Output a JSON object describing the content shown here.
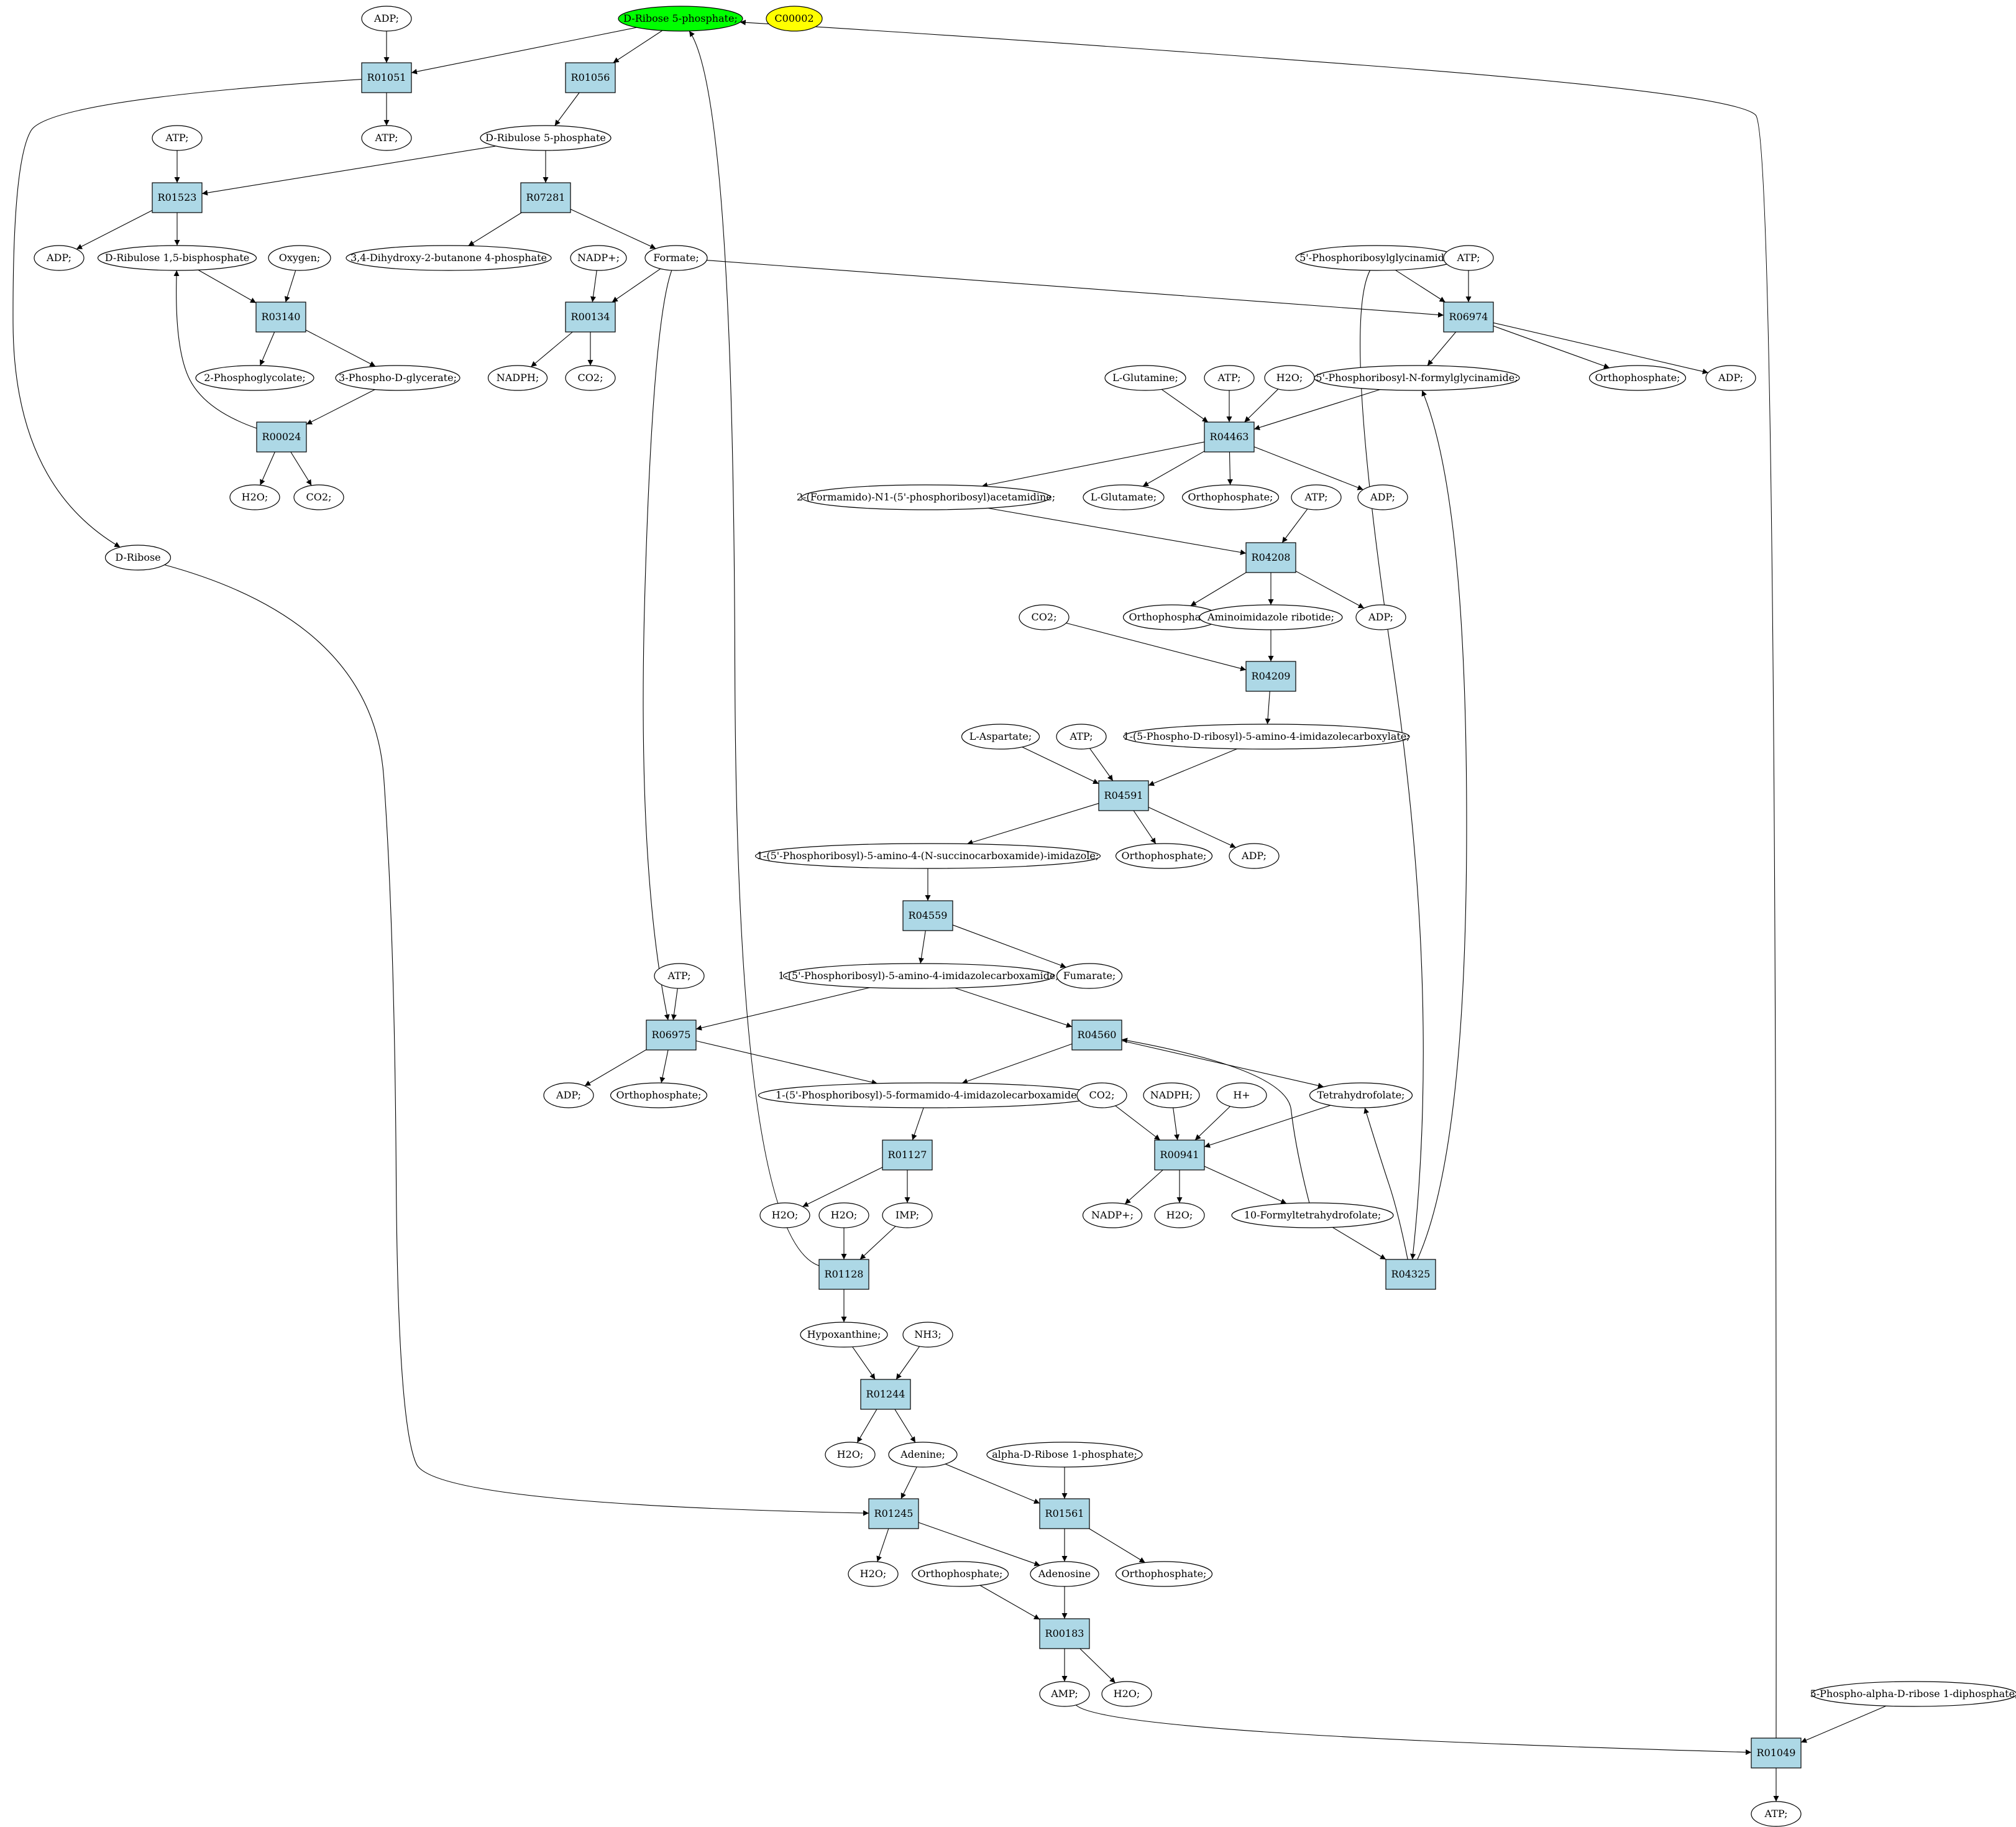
{
  "colors": {
    "reaction_fill": "#add8e6",
    "target_fill": "#00ff00",
    "legend_fill": "#ffff00",
    "compound_fill": "#ffffff",
    "stroke": "#000000"
  },
  "nodes": {
    "drib5p_top": {
      "label": "D-Ribose 5-phosphate;",
      "kind": "target",
      "shape": "ellipse"
    },
    "legend": {
      "label": "C00002",
      "kind": "legend",
      "shape": "ellipse"
    },
    "adp_1": {
      "label": "ADP;",
      "kind": "compound",
      "shape": "ellipse"
    },
    "r01051": {
      "label": "R01051",
      "kind": "reaction",
      "shape": "box"
    },
    "r01056": {
      "label": "R01056",
      "kind": "reaction",
      "shape": "box"
    },
    "atp_1": {
      "label": "ATP;",
      "kind": "compound",
      "shape": "ellipse"
    },
    "dru5p": {
      "label": "D-Ribulose 5-phosphate",
      "kind": "compound",
      "shape": "ellipse"
    },
    "atp_2": {
      "label": "ATP;",
      "kind": "compound",
      "shape": "ellipse"
    },
    "r01523": {
      "label": "R01523",
      "kind": "reaction",
      "shape": "box"
    },
    "r07281": {
      "label": "R07281",
      "kind": "reaction",
      "shape": "box"
    },
    "adp_2": {
      "label": "ADP;",
      "kind": "compound",
      "shape": "ellipse"
    },
    "drubp": {
      "label": "D-Ribulose 1,5-bisphosphate",
      "kind": "compound",
      "shape": "ellipse"
    },
    "oxygen": {
      "label": "Oxygen;",
      "kind": "compound",
      "shape": "ellipse"
    },
    "dhbp": {
      "label": "3,4-Dihydroxy-2-butanone 4-phosphate",
      "kind": "compound",
      "shape": "ellipse"
    },
    "nadp_1": {
      "label": "NADP+;",
      "kind": "compound",
      "shape": "ellipse"
    },
    "formate": {
      "label": "Formate;",
      "kind": "compound",
      "shape": "ellipse"
    },
    "prgly": {
      "label": "5'-Phosphoribosylglycinamide;",
      "kind": "compound",
      "shape": "ellipse"
    },
    "atp_3": {
      "label": "ATP;",
      "kind": "compound",
      "shape": "ellipse"
    },
    "r03140": {
      "label": "R03140",
      "kind": "reaction",
      "shape": "box"
    },
    "r00134": {
      "label": "R00134",
      "kind": "reaction",
      "shape": "box"
    },
    "r06974": {
      "label": "R06974",
      "kind": "reaction",
      "shape": "box"
    },
    "pglyc": {
      "label": "2-Phosphoglycolate;",
      "kind": "compound",
      "shape": "ellipse"
    },
    "3pg": {
      "label": "3-Phospho-D-glycerate;",
      "kind": "compound",
      "shape": "ellipse"
    },
    "nadph_1": {
      "label": "NADPH;",
      "kind": "compound",
      "shape": "ellipse"
    },
    "co2_1": {
      "label": "CO2;",
      "kind": "compound",
      "shape": "ellipse"
    },
    "lgln": {
      "label": "L-Glutamine;",
      "kind": "compound",
      "shape": "ellipse"
    },
    "atp_4": {
      "label": "ATP;",
      "kind": "compound",
      "shape": "ellipse"
    },
    "h2o_1": {
      "label": "H2O;",
      "kind": "compound",
      "shape": "ellipse"
    },
    "fgar": {
      "label": "5'-Phosphoribosyl-N-formylglycinamide;",
      "kind": "compound",
      "shape": "ellipse"
    },
    "ortho_1": {
      "label": "Orthophosphate;",
      "kind": "compound",
      "shape": "ellipse"
    },
    "adp_3": {
      "label": "ADP;",
      "kind": "compound",
      "shape": "ellipse"
    },
    "r00024": {
      "label": "R00024",
      "kind": "reaction",
      "shape": "box"
    },
    "r04463": {
      "label": "R04463",
      "kind": "reaction",
      "shape": "box"
    },
    "h2o_2": {
      "label": "H2O;",
      "kind": "compound",
      "shape": "ellipse"
    },
    "co2_2": {
      "label": "CO2;",
      "kind": "compound",
      "shape": "ellipse"
    },
    "fgam": {
      "label": "2-(Formamido)-N1-(5'-phosphoribosyl)acetamidine;",
      "kind": "compound",
      "shape": "ellipse"
    },
    "lglu": {
      "label": "L-Glutamate;",
      "kind": "compound",
      "shape": "ellipse"
    },
    "ortho_2": {
      "label": "Orthophosphate;",
      "kind": "compound",
      "shape": "ellipse"
    },
    "atp_5": {
      "label": "ATP;",
      "kind": "compound",
      "shape": "ellipse"
    },
    "adp_4": {
      "label": "ADP;",
      "kind": "compound",
      "shape": "ellipse"
    },
    "dribose": {
      "label": "D-Ribose",
      "kind": "compound",
      "shape": "ellipse"
    },
    "r04208": {
      "label": "R04208",
      "kind": "reaction",
      "shape": "box"
    },
    "co2_3": {
      "label": "CO2;",
      "kind": "compound",
      "shape": "ellipse"
    },
    "ortho_3": {
      "label": "Orthophosphate;",
      "kind": "compound",
      "shape": "ellipse"
    },
    "air": {
      "label": "Aminoimidazole ribotide;",
      "kind": "compound",
      "shape": "ellipse"
    },
    "adp_5": {
      "label": "ADP;",
      "kind": "compound",
      "shape": "ellipse"
    },
    "r04209": {
      "label": "R04209",
      "kind": "reaction",
      "shape": "box"
    },
    "lasp": {
      "label": "L-Aspartate;",
      "kind": "compound",
      "shape": "ellipse"
    },
    "atp_6": {
      "label": "ATP;",
      "kind": "compound",
      "shape": "ellipse"
    },
    "cair": {
      "label": "1-(5-Phospho-D-ribosyl)-5-amino-4-imidazolecarboxylate;",
      "kind": "compound",
      "shape": "ellipse"
    },
    "r04591": {
      "label": "R04591",
      "kind": "reaction",
      "shape": "box"
    },
    "saicar": {
      "label": "1-(5'-Phosphoribosyl)-5-amino-4-(N-succinocarboxamide)-imidazole;",
      "kind": "compound",
      "shape": "ellipse"
    },
    "ortho_4": {
      "label": "Orthophosphate;",
      "kind": "compound",
      "shape": "ellipse"
    },
    "adp_6": {
      "label": "ADP;",
      "kind": "compound",
      "shape": "ellipse"
    },
    "r04559": {
      "label": "R04559",
      "kind": "reaction",
      "shape": "box"
    },
    "atp_7": {
      "label": "ATP;",
      "kind": "compound",
      "shape": "ellipse"
    },
    "aicar": {
      "label": "1-(5'-Phosphoribosyl)-5-amino-4-imidazolecarboxamide;",
      "kind": "compound",
      "shape": "ellipse"
    },
    "fumarate": {
      "label": "Fumarate;",
      "kind": "compound",
      "shape": "ellipse"
    },
    "r06975": {
      "label": "R06975",
      "kind": "reaction",
      "shape": "box"
    },
    "r04560": {
      "label": "R04560",
      "kind": "reaction",
      "shape": "box"
    },
    "adp_7": {
      "label": "ADP;",
      "kind": "compound",
      "shape": "ellipse"
    },
    "ortho_5": {
      "label": "Orthophosphate;",
      "kind": "compound",
      "shape": "ellipse"
    },
    "faicar": {
      "label": "1-(5'-Phosphoribosyl)-5-formamido-4-imidazolecarboxamide;",
      "kind": "compound",
      "shape": "ellipse"
    },
    "co2_4": {
      "label": "CO2;",
      "kind": "compound",
      "shape": "ellipse"
    },
    "nadph_2": {
      "label": "NADPH;",
      "kind": "compound",
      "shape": "ellipse"
    },
    "hplus": {
      "label": "H+",
      "kind": "compound",
      "shape": "ellipse"
    },
    "thf": {
      "label": "Tetrahydrofolate;",
      "kind": "compound",
      "shape": "ellipse"
    },
    "r01127": {
      "label": "R01127",
      "kind": "reaction",
      "shape": "box"
    },
    "r00941": {
      "label": "R00941",
      "kind": "reaction",
      "shape": "box"
    },
    "h2o_3": {
      "label": "H2O;",
      "kind": "compound",
      "shape": "ellipse"
    },
    "h2o_4": {
      "label": "H2O;",
      "kind": "compound",
      "shape": "ellipse"
    },
    "imp": {
      "label": "IMP;",
      "kind": "compound",
      "shape": "ellipse"
    },
    "nadp_2": {
      "label": "NADP+;",
      "kind": "compound",
      "shape": "ellipse"
    },
    "h2o_5": {
      "label": "H2O;",
      "kind": "compound",
      "shape": "ellipse"
    },
    "fthf": {
      "label": "10-Formyltetrahydrofolate;",
      "kind": "compound",
      "shape": "ellipse"
    },
    "r01128": {
      "label": "R01128",
      "kind": "reaction",
      "shape": "box"
    },
    "r04325": {
      "label": "R04325",
      "kind": "reaction",
      "shape": "box"
    },
    "hypox": {
      "label": "Hypoxanthine;",
      "kind": "compound",
      "shape": "ellipse"
    },
    "nh3": {
      "label": "NH3;",
      "kind": "compound",
      "shape": "ellipse"
    },
    "r01244": {
      "label": "R01244",
      "kind": "reaction",
      "shape": "box"
    },
    "h2o_6": {
      "label": "H2O;",
      "kind": "compound",
      "shape": "ellipse"
    },
    "adenine": {
      "label": "Adenine;",
      "kind": "compound",
      "shape": "ellipse"
    },
    "adr1p": {
      "label": "alpha-D-Ribose 1-phosphate;",
      "kind": "compound",
      "shape": "ellipse"
    },
    "r01245": {
      "label": "R01245",
      "kind": "reaction",
      "shape": "box"
    },
    "r01561": {
      "label": "R01561",
      "kind": "reaction",
      "shape": "box"
    },
    "h2o_7": {
      "label": "H2O;",
      "kind": "compound",
      "shape": "ellipse"
    },
    "ortho_6": {
      "label": "Orthophosphate;",
      "kind": "compound",
      "shape": "ellipse"
    },
    "adenosine": {
      "label": "Adenosine",
      "kind": "compound",
      "shape": "ellipse"
    },
    "ortho_7": {
      "label": "Orthophosphate;",
      "kind": "compound",
      "shape": "ellipse"
    },
    "r00183": {
      "label": "R00183",
      "kind": "reaction",
      "shape": "box"
    },
    "amp": {
      "label": "AMP;",
      "kind": "compound",
      "shape": "ellipse"
    },
    "h2o_8": {
      "label": "H2O;",
      "kind": "compound",
      "shape": "ellipse"
    },
    "prpp": {
      "label": "5-Phospho-alpha-D-ribose 1-diphosphate;",
      "kind": "compound",
      "shape": "ellipse"
    },
    "r01049": {
      "label": "R01049",
      "kind": "reaction",
      "shape": "box"
    },
    "atp_8": {
      "label": "ATP;",
      "kind": "compound",
      "shape": "ellipse"
    }
  },
  "edges": [
    [
      "adp_1",
      "r01051"
    ],
    [
      "drib5p_top",
      "r01051"
    ],
    [
      "r01051",
      "atp_1"
    ],
    [
      "r01051",
      "dribose"
    ],
    [
      "drib5p_top",
      "r01056"
    ],
    [
      "r01056",
      "dru5p"
    ],
    [
      "atp_2",
      "r01523"
    ],
    [
      "dru5p",
      "r01523"
    ],
    [
      "r01523",
      "adp_2"
    ],
    [
      "r01523",
      "drubp"
    ],
    [
      "dru5p",
      "r07281"
    ],
    [
      "r07281",
      "dhbp"
    ],
    [
      "r07281",
      "formate"
    ],
    [
      "drubp",
      "r03140"
    ],
    [
      "oxygen",
      "r03140"
    ],
    [
      "r03140",
      "pglyc"
    ],
    [
      "r03140",
      "3pg"
    ],
    [
      "3pg",
      "r00024"
    ],
    [
      "r00024",
      "drubp"
    ],
    [
      "r00024",
      "h2o_2"
    ],
    [
      "r00024",
      "co2_2"
    ],
    [
      "nadp_1",
      "r00134"
    ],
    [
      "formate",
      "r00134"
    ],
    [
      "r00134",
      "nadph_1"
    ],
    [
      "r00134",
      "co2_1"
    ],
    [
      "formate",
      "r06974"
    ],
    [
      "prgly",
      "r06974"
    ],
    [
      "atp_3",
      "r06974"
    ],
    [
      "r06974",
      "fgar"
    ],
    [
      "r06974",
      "ortho_1"
    ],
    [
      "r06974",
      "adp_3"
    ],
    [
      "lgln",
      "r04463"
    ],
    [
      "atp_4",
      "r04463"
    ],
    [
      "h2o_1",
      "r04463"
    ],
    [
      "fgar",
      "r04463"
    ],
    [
      "r04463",
      "fgam"
    ],
    [
      "r04463",
      "lglu"
    ],
    [
      "r04463",
      "ortho_2"
    ],
    [
      "r04463",
      "adp_4"
    ],
    [
      "fgam",
      "r04208"
    ],
    [
      "atp_5",
      "r04208"
    ],
    [
      "r04208",
      "ortho_3"
    ],
    [
      "r04208",
      "air"
    ],
    [
      "r04208",
      "adp_5"
    ],
    [
      "co2_3",
      "r04209"
    ],
    [
      "air",
      "r04209"
    ],
    [
      "r04209",
      "cair"
    ],
    [
      "lasp",
      "r04591"
    ],
    [
      "atp_6",
      "r04591"
    ],
    [
      "cair",
      "r04591"
    ],
    [
      "r04591",
      "saicar"
    ],
    [
      "r04591",
      "ortho_4"
    ],
    [
      "r04591",
      "adp_6"
    ],
    [
      "saicar",
      "r04559"
    ],
    [
      "r04559",
      "aicar"
    ],
    [
      "r04559",
      "fumarate"
    ],
    [
      "atp_7",
      "r06975"
    ],
    [
      "aicar",
      "r06975"
    ],
    [
      "formate",
      "r06975"
    ],
    [
      "r06975",
      "adp_7"
    ],
    [
      "r06975",
      "ortho_5"
    ],
    [
      "r06975",
      "faicar"
    ],
    [
      "aicar",
      "r04560"
    ],
    [
      "fthf",
      "r04560"
    ],
    [
      "r04560",
      "faicar"
    ],
    [
      "r04560",
      "thf"
    ],
    [
      "co2_4",
      "r00941"
    ],
    [
      "nadph_2",
      "r00941"
    ],
    [
      "hplus",
      "r00941"
    ],
    [
      "thf",
      "r00941"
    ],
    [
      "r00941",
      "nadp_2"
    ],
    [
      "r00941",
      "h2o_5"
    ],
    [
      "r00941",
      "fthf"
    ],
    [
      "fthf",
      "r04325"
    ],
    [
      "prgly",
      "r04325"
    ],
    [
      "r04325",
      "fgar"
    ],
    [
      "r04325",
      "thf"
    ],
    [
      "faicar",
      "r01127"
    ],
    [
      "r01127",
      "h2o_3"
    ],
    [
      "r01127",
      "imp"
    ],
    [
      "h2o_4",
      "r01128"
    ],
    [
      "imp",
      "r01128"
    ],
    [
      "r01128",
      "drib5p_top"
    ],
    [
      "r01128",
      "hypox"
    ],
    [
      "hypox",
      "r01244"
    ],
    [
      "nh3",
      "r01244"
    ],
    [
      "r01244",
      "h2o_6"
    ],
    [
      "r01244",
      "adenine"
    ],
    [
      "adenine",
      "r01245"
    ],
    [
      "dribose",
      "r01245"
    ],
    [
      "r01245",
      "h2o_7"
    ],
    [
      "r01245",
      "adenosine"
    ],
    [
      "adenine",
      "r01561"
    ],
    [
      "adr1p",
      "r01561"
    ],
    [
      "r01561",
      "adenosine"
    ],
    [
      "r01561",
      "ortho_6"
    ],
    [
      "adenosine",
      "r00183"
    ],
    [
      "ortho_7",
      "r00183"
    ],
    [
      "r00183",
      "amp"
    ],
    [
      "r00183",
      "h2o_8"
    ],
    [
      "amp",
      "r01049"
    ],
    [
      "prpp",
      "r01049"
    ],
    [
      "r01049",
      "atp_8"
    ],
    [
      "r01049",
      "drib5p_top"
    ]
  ]
}
